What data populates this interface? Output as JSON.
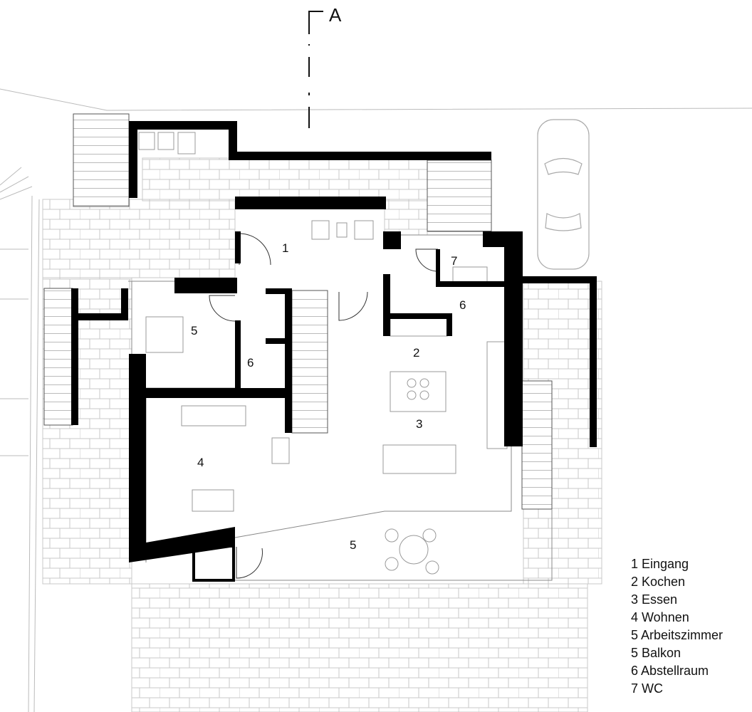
{
  "section_marker": "A",
  "rooms": {
    "eingang": "1",
    "kochen": "2",
    "essen": "3",
    "wohnen": "4",
    "arbeitszimmer": "5",
    "balkon": "5",
    "abstellraum_north": "6",
    "abstellraum_south": "6",
    "wc": "7"
  },
  "legend": [
    "1 Eingang",
    "2 Kochen",
    "3 Essen",
    "4 Wohnen",
    "5 Arbeitszimmer",
    "5 Balkon",
    "6 Abstellraum",
    "7 WC"
  ]
}
